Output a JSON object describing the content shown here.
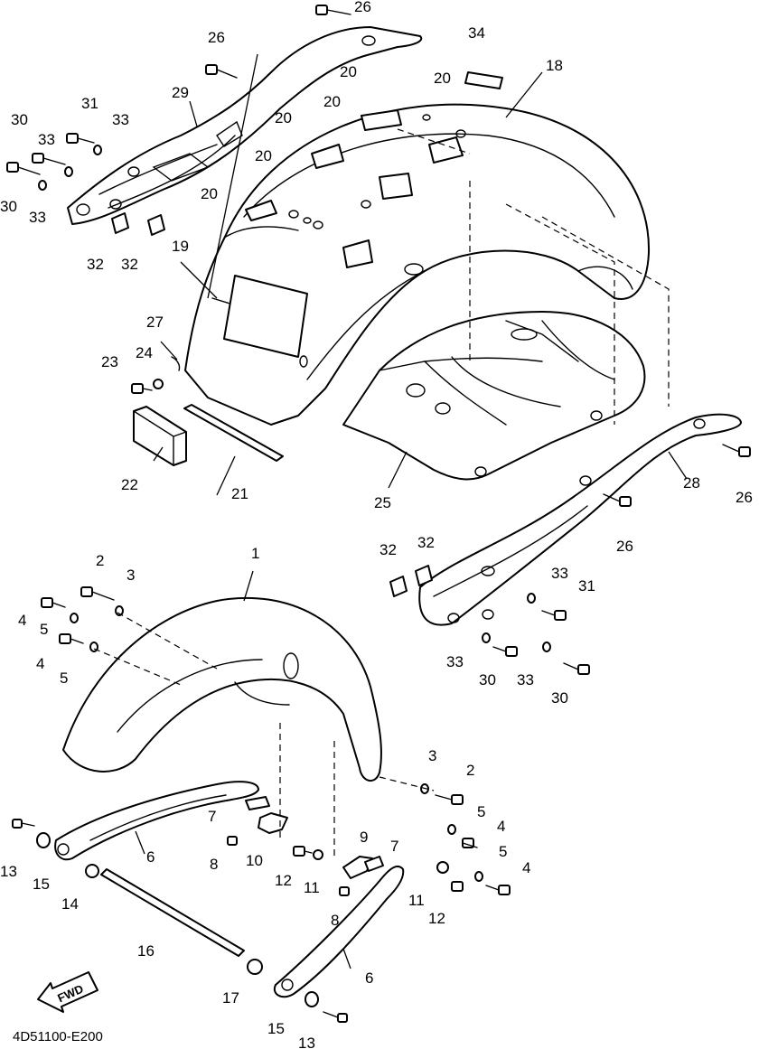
{
  "diagram_code": "4D51100-E200",
  "fwd_label": "FWD",
  "part_numbers": [
    "1",
    "2",
    "3",
    "4",
    "5",
    "6",
    "7",
    "8",
    "9",
    "10",
    "11",
    "12",
    "13",
    "14",
    "15",
    "16",
    "17",
    "18",
    "19",
    "20",
    "21",
    "22",
    "23",
    "24",
    "25",
    "26",
    "27",
    "28",
    "29",
    "30",
    "31",
    "32",
    "33",
    "34"
  ],
  "callouts": [
    {
      "part": "26"
    },
    {
      "part": "26"
    },
    {
      "part": "34"
    },
    {
      "part": "18"
    },
    {
      "part": "29"
    },
    {
      "part": "31"
    },
    {
      "part": "33"
    },
    {
      "part": "30"
    },
    {
      "part": "33"
    },
    {
      "part": "30"
    },
    {
      "part": "33"
    },
    {
      "part": "32"
    },
    {
      "part": "32"
    },
    {
      "part": "20"
    },
    {
      "part": "20"
    },
    {
      "part": "20"
    },
    {
      "part": "20"
    },
    {
      "part": "20"
    },
    {
      "part": "20"
    },
    {
      "part": "19"
    },
    {
      "part": "27"
    },
    {
      "part": "24"
    },
    {
      "part": "23"
    },
    {
      "part": "22"
    },
    {
      "part": "21"
    },
    {
      "part": "25"
    },
    {
      "part": "28"
    },
    {
      "part": "26"
    },
    {
      "part": "26"
    },
    {
      "part": "32"
    },
    {
      "part": "32"
    },
    {
      "part": "33"
    },
    {
      "part": "31"
    },
    {
      "part": "33"
    },
    {
      "part": "30"
    },
    {
      "part": "33"
    },
    {
      "part": "30"
    },
    {
      "part": "1"
    },
    {
      "part": "2"
    },
    {
      "part": "3"
    },
    {
      "part": "4"
    },
    {
      "part": "5"
    },
    {
      "part": "4"
    },
    {
      "part": "5"
    },
    {
      "part": "3"
    },
    {
      "part": "2"
    },
    {
      "part": "5"
    },
    {
      "part": "4"
    },
    {
      "part": "5"
    },
    {
      "part": "4"
    },
    {
      "part": "6"
    },
    {
      "part": "7"
    },
    {
      "part": "8"
    },
    {
      "part": "10"
    },
    {
      "part": "12"
    },
    {
      "part": "11"
    },
    {
      "part": "9"
    },
    {
      "part": "7"
    },
    {
      "part": "8"
    },
    {
      "part": "11"
    },
    {
      "part": "12"
    },
    {
      "part": "13"
    },
    {
      "part": "15"
    },
    {
      "part": "14"
    },
    {
      "part": "16"
    },
    {
      "part": "17"
    },
    {
      "part": "6"
    },
    {
      "part": "15"
    },
    {
      "part": "13"
    }
  ]
}
